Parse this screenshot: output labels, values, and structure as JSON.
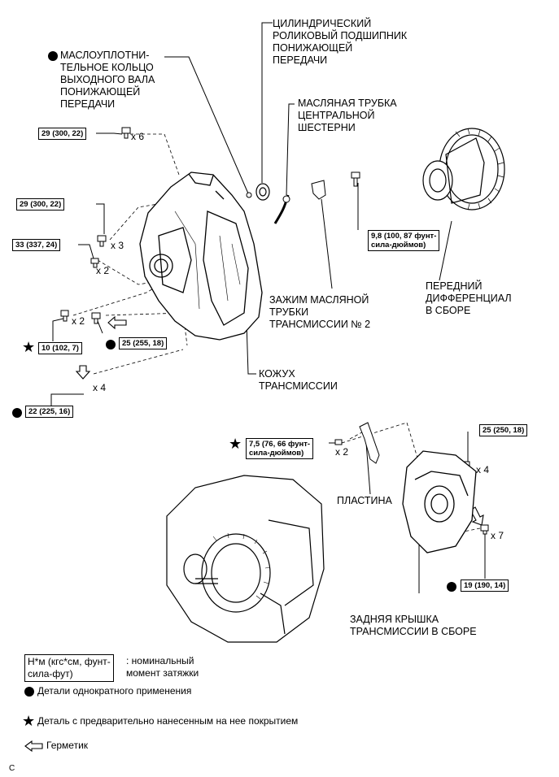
{
  "labels": {
    "oil_seal": "МАСЛОУПЛОТНИ-\nТЕЛЬНОЕ КОЛЬЦО\nВЫХОДНОГО ВАЛА\nПОНИЖАЮЩЕЙ\nПЕРЕДАЧИ",
    "roller_bearing": "ЦИЛИНДРИЧЕСКИЙ\nРОЛИКОВЫЙ ПОДШИПНИК\nПОНИЖАЮЩЕЙ\nПЕРЕДАЧИ",
    "oil_pipe": "МАСЛЯНАЯ ТРУБКА\nЦЕНТРАЛЬНОЙ\nШЕСТЕРНИ",
    "front_diff": "ПЕРЕДНИЙ\nДИФФЕРЕНЦИАЛ\nВ СБОРЕ",
    "pipe_clamp": "ЗАЖИМ МАСЛЯНОЙ\nТРУБКИ\nТРАНСМИССИИ № 2",
    "housing": "КОЖУХ\nТРАНСМИССИИ",
    "plate": "ПЛАСТИНА",
    "rear_cover": "ЗАДНЯЯ КРЫШКА\nТРАНСМИССИИ В СБОРЕ",
    "corner": "C"
  },
  "torques": {
    "t1": "29 (300, 22)",
    "t2": "29 (300, 22)",
    "t3": "33 (337, 24)",
    "t4": "10 (102, 7)",
    "t5": "25 (255, 18)",
    "t6": "22 (225, 16)",
    "t7": "9,8 (100, 87 фунт-\nсила-дюймов)",
    "t8": "7,5 (76, 66 фунт-\nсила-дюймов)",
    "t9": "25 (250, 18)",
    "t10": "19 (190, 14)"
  },
  "multipliers": {
    "m1": "x 6",
    "m2": "x 3",
    "m3": "x 2",
    "m4": "x 2",
    "m5": "x 4",
    "m6": "x 2",
    "m7": "x 4",
    "m8": "x 7"
  },
  "legend": {
    "units_box": "Н*м (кгс*см, фунт-\nсила-фут)",
    "units_desc": ": номинальный\nмомент затяжки",
    "single_use": "Детали однократного применения",
    "precoated": "Деталь с предварительно нанесенным на нее покрытием",
    "sealant": "Герметик"
  }
}
